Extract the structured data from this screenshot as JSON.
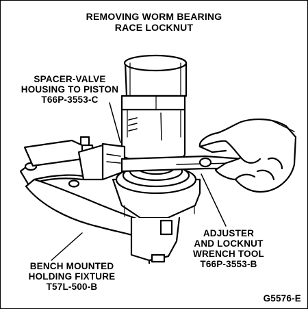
{
  "title": {
    "line1": "REMOVING WORM BEARING",
    "line2": "RACE LOCKNUT"
  },
  "labels": {
    "spacer": [
      "SPACER-VALVE",
      "HOUSING TO PISTON",
      "T66P-3553-C"
    ],
    "adjuster": [
      "ADJUSTER",
      "AND LOCKNUT",
      "WRENCH TOOL",
      "T66P-3553-B"
    ],
    "bench": [
      "BENCH MOUNTED",
      "HOLDING FIXTURE",
      "T57L-500-B"
    ]
  },
  "figure_id": "G5576-E",
  "colors": {
    "ink": "#000000",
    "paper": "#ffffff",
    "shade": "#9a9a9a"
  }
}
